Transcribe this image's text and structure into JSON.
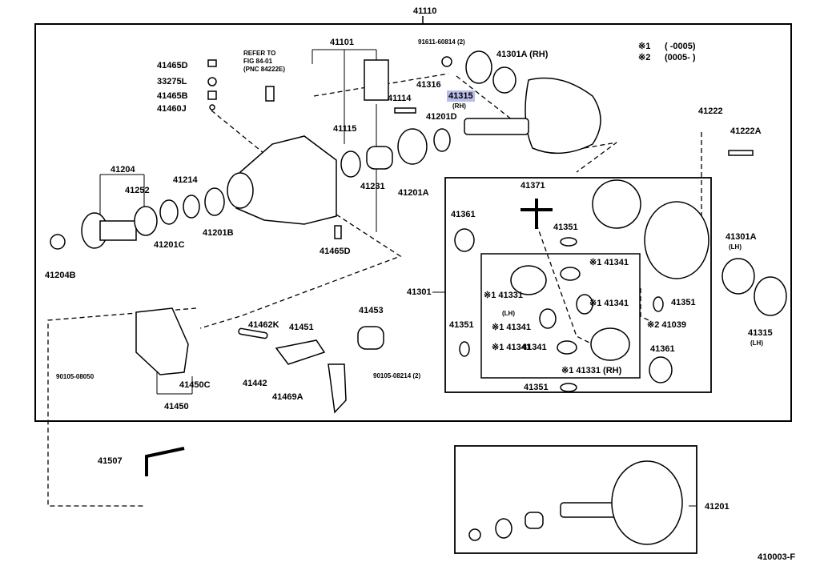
{
  "diagram": {
    "title_number": "41110",
    "footer_code": "410003-F",
    "legend": {
      "note1_mark": "※1",
      "note1_text": "(      -0005)",
      "note2_mark": "※2",
      "note2_text": "(0005-      )"
    },
    "refer_note": [
      "REFER TO",
      "FIG 84-01",
      "(PNC 84222E)"
    ],
    "bolt_ref": "91611-60814 (2)",
    "highlighted_part": {
      "number": "41315",
      "side": "(RH)"
    },
    "labels": {
      "l41465D_top": "41465D",
      "l33275L": "33275L",
      "l41465B": "41465B",
      "l41460J": "41460J",
      "l41101": "41101",
      "l41316": "41316",
      "l41114": "41114",
      "l41301A_rh": "41301A (RH)",
      "l41201D": "41201D",
      "l41115": "41115",
      "l41222": "41222",
      "l41222A": "41222A",
      "l41204": "41204",
      "l41252": "41252",
      "l41214": "41214",
      "l41231": "41231",
      "l41201A": "41201A",
      "l41201C": "41201C",
      "l41201B": "41201B",
      "l41204B": "41204B",
      "l41465D_mid": "41465D",
      "l41371": "41371",
      "l41361_top": "41361",
      "l41351_top": "41351",
      "l41301": "41301",
      "l41341_a": "※1 41341",
      "l41331_lh": "※1 41331",
      "l41331_lh_side": "(LH)",
      "l41341_b": "※1 41341",
      "l41351_right": "41351",
      "l41039": "※2 41039",
      "l41351_left": "41351",
      "l41341_c": "※1 41341",
      "l41341_d": "※1 41341",
      "l41341_e": "41341",
      "l41331_rh": "※1 41331 (RH)",
      "l41361_bottom": "41361",
      "l41351_bottom": "41351",
      "l41301A_lh": "41301A",
      "l41301A_lh_side": "(LH)",
      "l41315_lh": "41315",
      "l41315_lh_side": "(LH)",
      "l41462K": "41462K",
      "l41451": "41451",
      "l41453": "41453",
      "l41442": "41442",
      "l41469A": "41469A",
      "l90105_08214": "90105-08214 (2)",
      "l90105_08050": "90105-08050",
      "l41450C": "41450C",
      "l41450": "41450",
      "l41507": "41507",
      "l41201": "41201"
    }
  }
}
